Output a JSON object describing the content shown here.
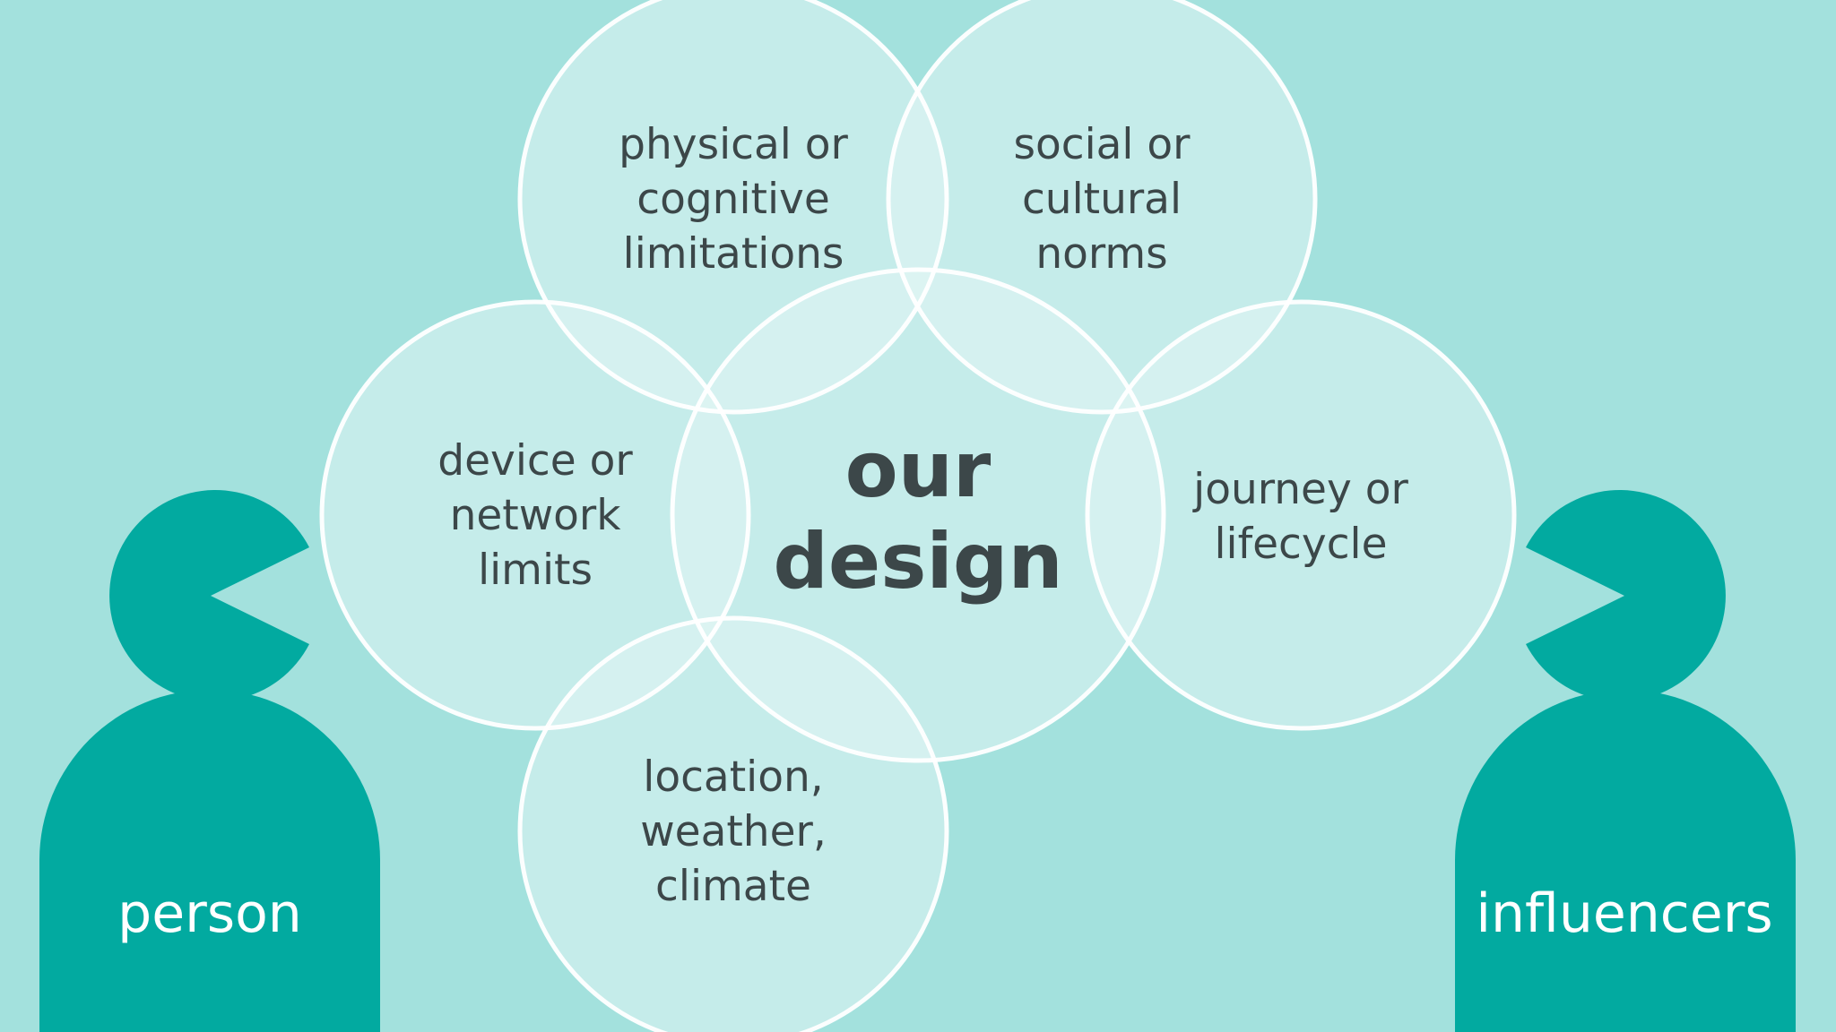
{
  "colors": {
    "background": "#a3e1dd",
    "circle_fill": "#e2f6f4",
    "circle_stroke": "#ffffff",
    "figure": "#02aaa0",
    "text_dark": "#3c4749",
    "text_light": "#ffffff"
  },
  "diagram": {
    "center": {
      "line1": "our",
      "line2": "design"
    },
    "factors": {
      "physical": {
        "line1": "physical or",
        "line2": "cognitive",
        "line3": "limitations"
      },
      "social": {
        "line1": "social or",
        "line2": "cultural",
        "line3": "norms"
      },
      "device": {
        "line1": "device or",
        "line2": "network",
        "line3": "limits"
      },
      "journey": {
        "line1": "journey or",
        "line2": "lifecycle"
      },
      "location": {
        "line1": "location,",
        "line2": "weather,",
        "line3": "climate"
      }
    },
    "figures": {
      "left": "person",
      "right": "influencers"
    }
  }
}
